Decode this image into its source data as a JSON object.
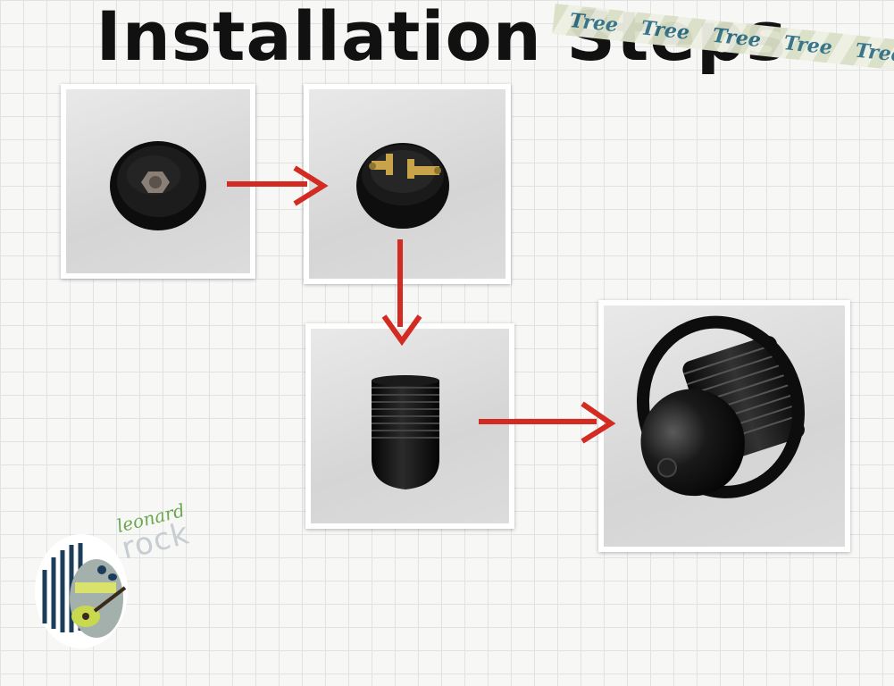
{
  "page": {
    "title": "Installation Steps"
  },
  "tape": {
    "words": [
      "Tree",
      "Tree",
      "Tree",
      "Tree",
      "Tree"
    ],
    "color": "#2f6f86"
  },
  "colors": {
    "arrow": "#d32b22",
    "part": "#121212",
    "brass": "#c9a34a"
  },
  "steps": [
    {
      "icon": "socket-cap-icon"
    },
    {
      "icon": "socket-terminals-icon"
    },
    {
      "icon": "threaded-shell-icon"
    },
    {
      "icon": "assembled-socket-icon"
    }
  ],
  "brand": {
    "line1": "leonard",
    "line2": "rock"
  }
}
